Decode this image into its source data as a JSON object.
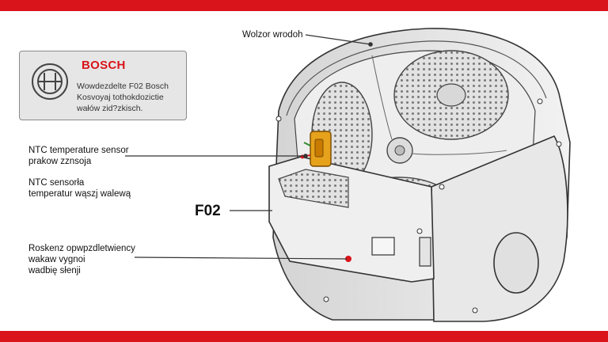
{
  "brand": {
    "name": "BOSCH",
    "lines": [
      "Wowdezdelte F02 Bosch",
      "Kosvoyaj tothokdozictie",
      "wałów zid?zkisch."
    ]
  },
  "callouts": {
    "top": "Wolzor wrodoh",
    "ntc1_line1": "NTC temperature sensor",
    "ntc1_line2": "prakow zznsoja",
    "ntc2_line1": "NTC sensorła",
    "ntc2_line2": "temperatur wąszj walewą",
    "error_code": "F02",
    "bottom_line1": "Roskenz opwpzdletwiency",
    "bottom_line2": "wakaw vygnoi",
    "bottom_line3": "wadbię słenji"
  },
  "colors": {
    "accent": "#d9141b",
    "sensor": "#e6a21b",
    "line": "#333333"
  }
}
